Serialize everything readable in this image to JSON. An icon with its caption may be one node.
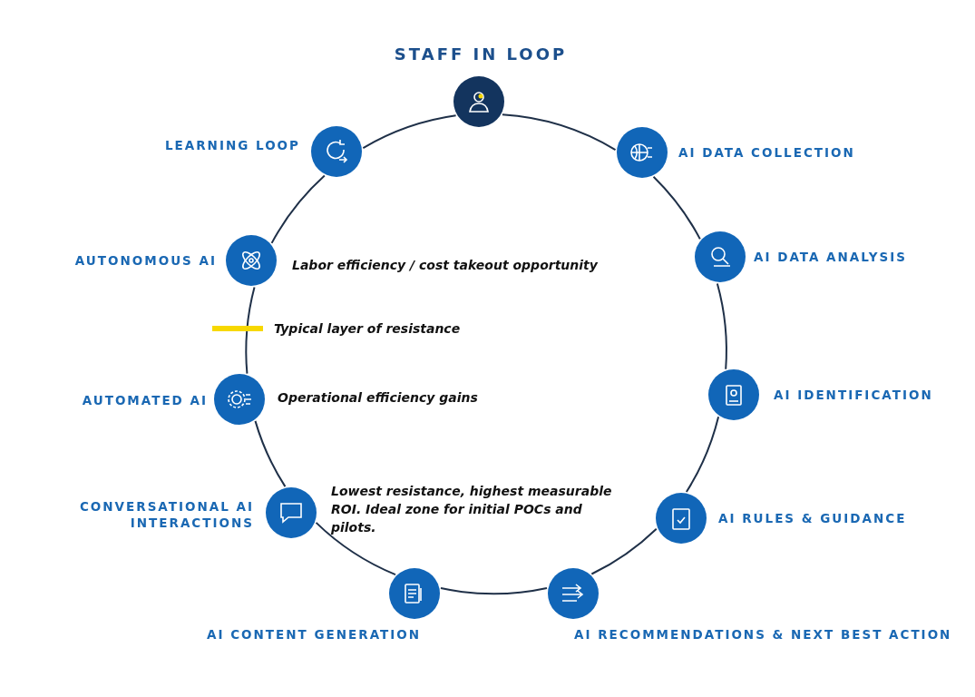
{
  "diagram": {
    "nodes": [
      {
        "text": [
          "STAFF IN LOOP"
        ]
      },
      {
        "text": [
          "AI DATA COLLECTION"
        ]
      },
      {
        "text": [
          "AI DATA ANALYSIS"
        ]
      },
      {
        "text": [
          "AI IDENTIFICATION"
        ]
      },
      {
        "text": [
          "AI RULES & GUIDANCE"
        ]
      },
      {
        "text": [
          "AI RECOMMENDATIONS & NEXT BEST ACTION"
        ]
      },
      {
        "text": [
          "AI CONTENT GENERATION"
        ]
      },
      {
        "text": [
          "CONVERSATIONAL AI INTERACTIONS"
        ],
        "beside": [
          "Lowest resistance, highest measurable ROI. Ideal zone for initial POCs and pilots."
        ]
      },
      {
        "text": [
          "AUTOMATED AI"
        ],
        "beside": [
          "Operational efficiency gains"
        ]
      },
      {
        "text": [
          "AUTONOMOUS AI"
        ],
        "beside": [
          "Labor efficiency / cost takeout opportunity"
        ]
      },
      {
        "text": [
          "LEARNING LOOP"
        ]
      }
    ],
    "edges": [
      {
        "from": 0,
        "to": 1,
        "arrow": "none"
      },
      {
        "from": 1,
        "to": 2,
        "arrow": "none"
      },
      {
        "from": 2,
        "to": 3,
        "arrow": "none"
      },
      {
        "from": 3,
        "to": 4,
        "arrow": "none"
      },
      {
        "from": 4,
        "to": 5,
        "arrow": "none"
      },
      {
        "from": 5,
        "to": 6,
        "arrow": "none"
      },
      {
        "from": 6,
        "to": 7,
        "arrow": "none"
      },
      {
        "from": 7,
        "to": 8,
        "arrow": "none"
      },
      {
        "from": 8,
        "to": 9,
        "arrow": "none"
      },
      {
        "from": 9,
        "to": 10,
        "arrow": "none"
      },
      {
        "from": 10,
        "to": 0,
        "arrow": "none"
      }
    ],
    "legend": [
      {
        "text": "Typical layer of resistance",
        "color": "#f7d800"
      }
    ]
  }
}
